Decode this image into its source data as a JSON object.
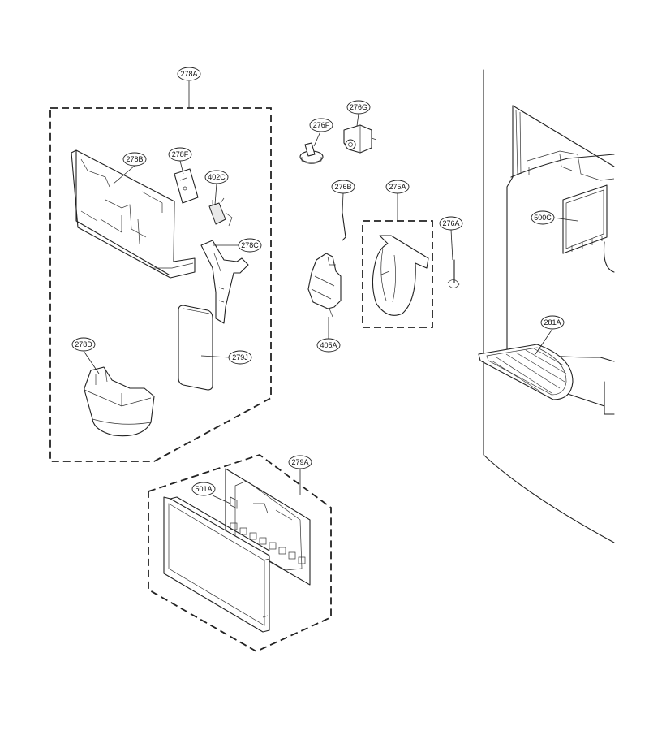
{
  "callouts": {
    "c278A": "278A",
    "c278B": "278B",
    "c278F": "278F",
    "c402C": "402C",
    "c278C": "278C",
    "c278D": "278D",
    "c279J": "279J",
    "c276F": "276F",
    "c276G": "276G",
    "c276B": "276B",
    "c275A": "275A",
    "c276A": "276A",
    "c405A": "405A",
    "c500C": "500C",
    "c281A": "281A",
    "c279A": "279A",
    "c501A": "501A"
  }
}
